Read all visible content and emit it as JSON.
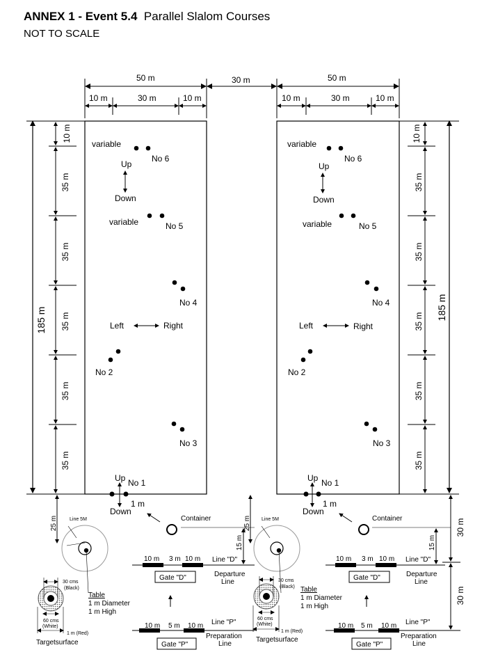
{
  "header": {
    "title_bold": "ANNEX 1 - Event 5.4",
    "title_rest": "Parallel Slalom Courses",
    "subtitle": "NOT TO SCALE"
  },
  "dims": {
    "course_width": "50 m",
    "gap": "30 m",
    "side_margin": "10 m",
    "centre_width": "30 m",
    "total_length": "185 m",
    "top_seg": "10 m",
    "seg": "35 m",
    "start_offset": "25 m",
    "container_offset": "15 m",
    "lower_seg": "30 m",
    "one_m": "1 m",
    "line5m": "Line 5M"
  },
  "labels": {
    "variable": "variable",
    "up": "Up",
    "down": "Down",
    "left": "Left",
    "right": "Right",
    "no1": "No 1",
    "no2": "No 2",
    "no3": "No 3",
    "no4": "No 4",
    "no5": "No 5",
    "no6": "No 6",
    "container": "Container"
  },
  "gates": {
    "d_label": "Gate \"D\"",
    "p_label": "Gate \"P\"",
    "line_d": "Line \"D\"",
    "line_p": "Line \"P\"",
    "departure1": "Departure",
    "departure2": "Line",
    "preparation1": "Preparation",
    "preparation2": "Line",
    "seg_10": "10 m",
    "seg_3": "3 m",
    "seg_5": "5 m"
  },
  "target": {
    "table": "Table",
    "diameter": "1 m Diameter",
    "high": "1 m High",
    "cms30": "30 cms",
    "black": "(Black)",
    "cms60": "60 cms",
    "white": "(White)",
    "red": "1 m (Red)",
    "surface": "Targetsurface"
  }
}
